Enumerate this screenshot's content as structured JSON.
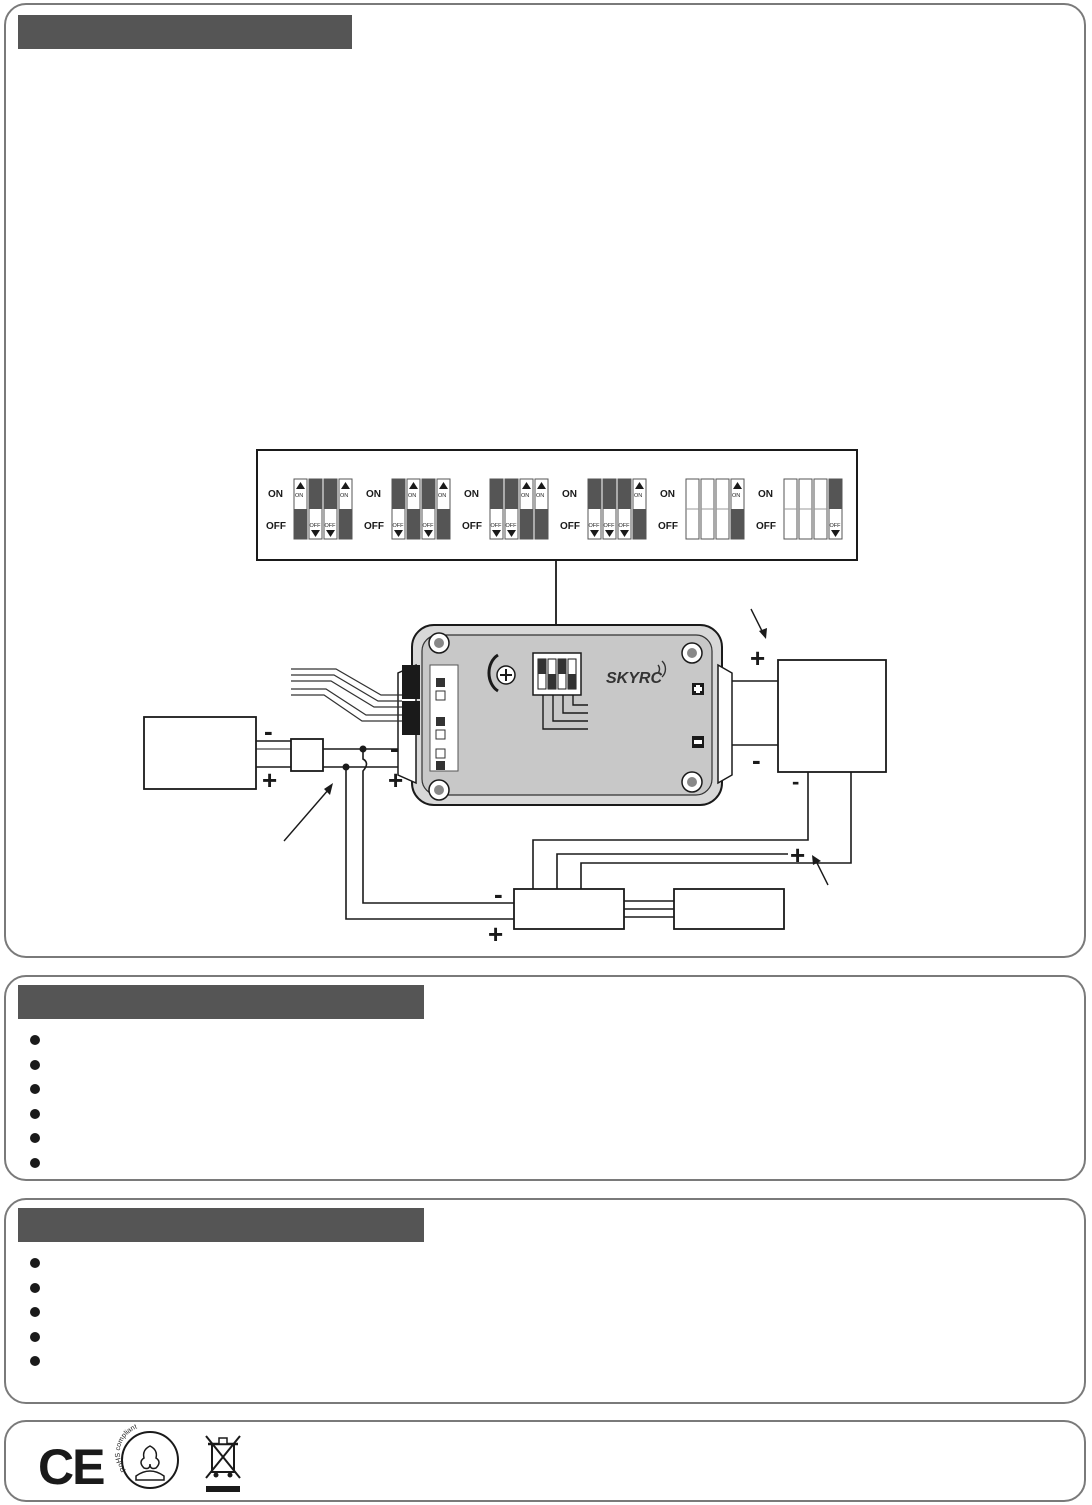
{
  "wiring": {
    "switch_on_label": "ON",
    "switch_off_label": "OFF",
    "device_brand": "SKYRC",
    "plus_sign": "+",
    "minus_sign": "-"
  },
  "switch_box": {
    "states": [
      [
        "on",
        "off",
        "off",
        "on"
      ],
      [
        "off",
        "on",
        "off",
        "on"
      ],
      [
        "off",
        "off",
        "on",
        "on"
      ],
      [
        "off",
        "off",
        "off",
        "on"
      ],
      [
        "blank",
        "blank",
        "blank",
        "on"
      ],
      [
        "blank",
        "blank",
        "blank",
        "off"
      ]
    ]
  },
  "section2": {
    "bullet_count": 6
  },
  "section3": {
    "bullet_count": 5
  },
  "compliance": {
    "ce_mark": "CE",
    "rohs_text": "RoHS compliant"
  }
}
